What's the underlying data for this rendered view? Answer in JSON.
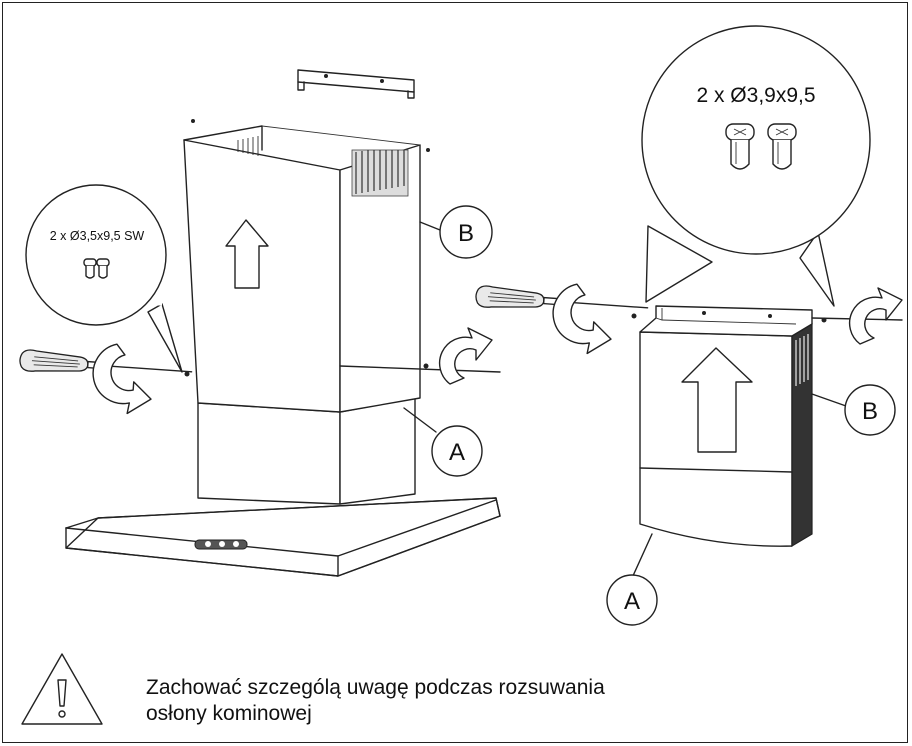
{
  "screws_left": {
    "spec": "2 x Ø3,5x9,5 SW"
  },
  "screws_right": {
    "spec": "2 x Ø3,9x9,5"
  },
  "labels": {
    "a_left": "A",
    "b_left": "B",
    "a_right": "A",
    "b_right": "B"
  },
  "warning": {
    "line1": "Zachować szczególą uwagę podczas rozsuwania",
    "line2": "osłony kominowej"
  }
}
